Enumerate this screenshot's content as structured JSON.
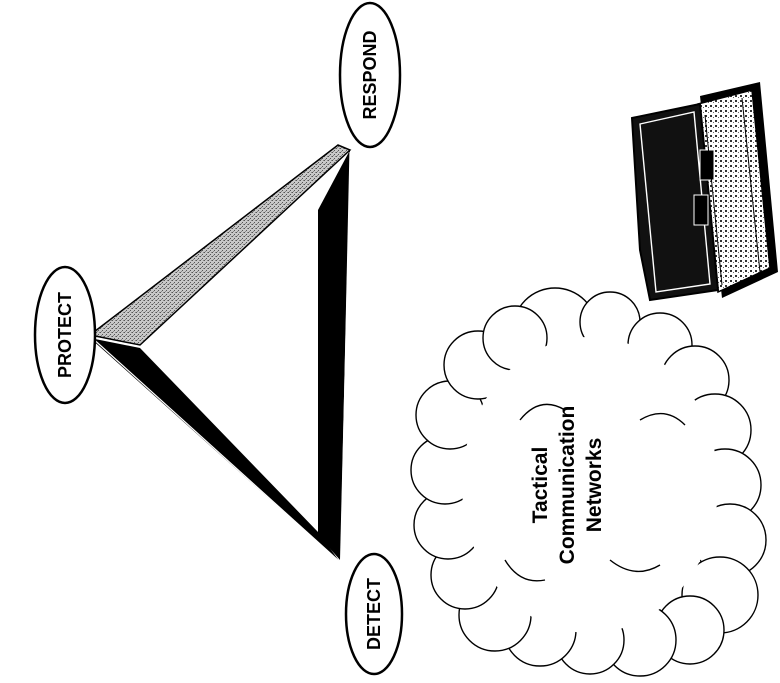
{
  "nodes": {
    "protect": "PROTECT",
    "respond": "RESPOND",
    "detect": "DETECT"
  },
  "cloud": {
    "line1": "Tactical",
    "line2": "Communication",
    "line3": "Networks"
  },
  "icons": {
    "triangle": "protect-detect-respond-triangle",
    "cloud": "network-cloud-icon",
    "computer": "laptop-computer-icon"
  },
  "colors": {
    "ink": "#000000",
    "shade_light": "#b0b0b0",
    "paper": "#ffffff"
  }
}
